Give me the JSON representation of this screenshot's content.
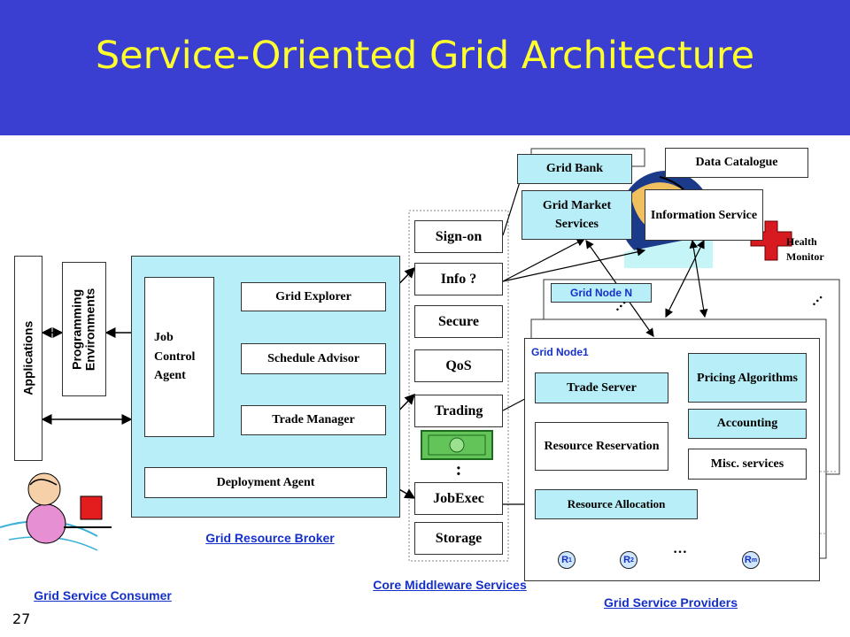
{
  "title": "Service-Oriented Grid Architecture",
  "page_number": "27",
  "consumer": {
    "applications": "Applications",
    "programming_env": "Programming Environments",
    "caption": "Grid Service Consumer"
  },
  "broker": {
    "job_control_agent": "Job Control Agent",
    "grid_explorer": "Grid Explorer",
    "schedule_advisor": "Schedule Advisor",
    "trade_manager": "Trade Manager",
    "deployment_agent": "Deployment Agent",
    "caption": "Grid Resource Broker"
  },
  "middleware": {
    "items": [
      "Sign-on",
      "Info ?",
      "Secure",
      "QoS",
      "Trading"
    ],
    "dots": ":",
    "items2": [
      "JobExec",
      "Storage"
    ],
    "caption": "Core Middleware Services"
  },
  "market": {
    "grid_bank": "Grid Bank",
    "grid_market_services": "Grid Market Services",
    "data_catalogue": "Data Catalogue",
    "information_service": "Information Service",
    "health_monitor": "Health Monitor"
  },
  "providers": {
    "node_n": "Grid Node N",
    "node_1": "Grid Node1",
    "trade_server": "Trade Server",
    "pricing": "Pricing Algorithms",
    "accounting": "Accounting",
    "resource_reservation": "Resource Reservation",
    "misc": "Misc. services",
    "resource_allocation": "Resource Allocation",
    "resources": [
      "R",
      "R",
      "R"
    ],
    "resource_subs": [
      "1",
      "2",
      "m"
    ],
    "ellipsis": "…",
    "caption": "Grid Service Providers"
  }
}
